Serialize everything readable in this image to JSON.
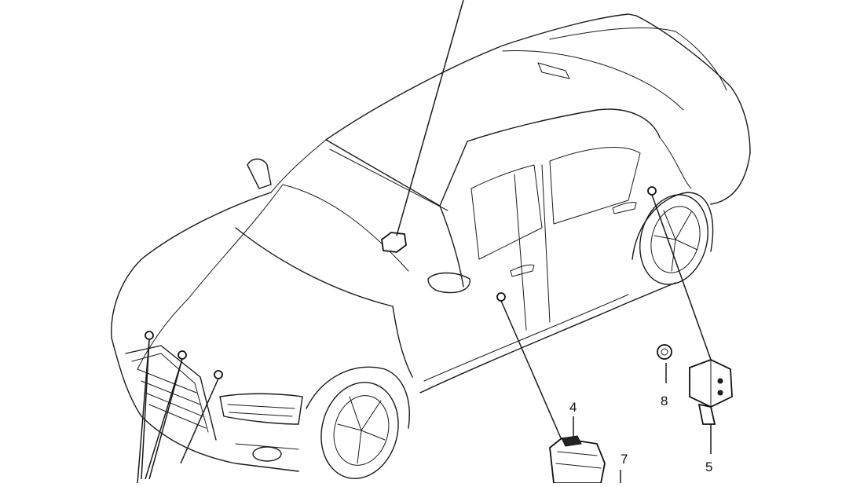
{
  "diagram": {
    "callouts": [
      "4",
      "5",
      "7",
      "8"
    ],
    "colors": {
      "ink": "#1a1a1a",
      "background": "#ffffff"
    }
  }
}
